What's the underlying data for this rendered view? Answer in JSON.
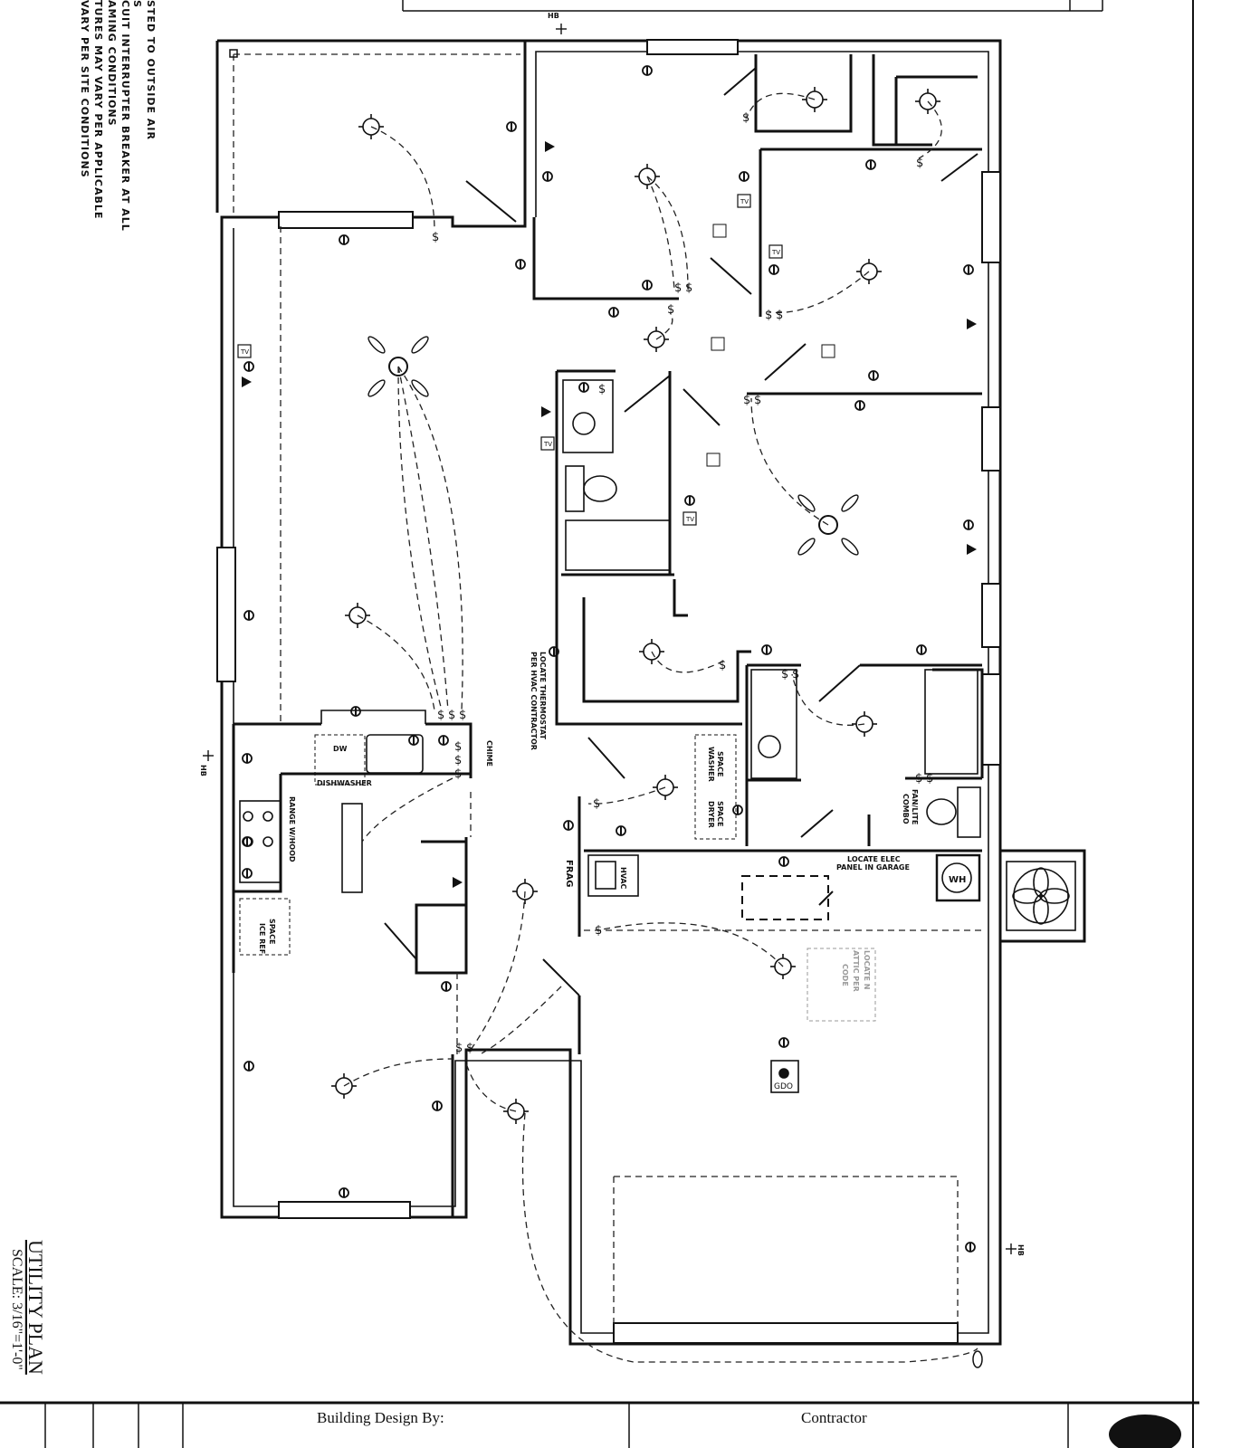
{
  "notes": [
    "VARY PER SITE CONDITIONS",
    "TURES MAY VARY PER APPLICABLE",
    "AMING CONDITIONS",
    "CUIT INTERRUPTER BREAKER AT ALL",
    "S",
    "STED TO OUTSIDE AIR"
  ],
  "title": {
    "name": "UTILITY PLAN",
    "scale": "SCALE: 3/16\"=1'-0\""
  },
  "title_block": {
    "designer": "Building Design By:",
    "contractor": "Contractor"
  },
  "labels": {
    "hose_bib": "HB",
    "dishwasher": "DISHWASHER",
    "dw": "DW",
    "range": "RANGE W/HOOD",
    "ice_ref": "ICE REF",
    "space": "SPACE",
    "chime": "CHIME",
    "thermostat_1": "LOCATE THERMOSTAT",
    "thermostat_2": "PER HVAC CONTRACTOR",
    "washer": "WASHER",
    "dryer": "DRYER",
    "hvac": "HVAC",
    "frag": "FRAG",
    "elec_panel_1": "LOCATE ELEC",
    "elec_panel_2": "PANEL IN GARAGE",
    "water_heater": "WH",
    "gdo": "GDO",
    "fan_lite_1": "FAN/LITE",
    "fan_lite_2": "COMBO",
    "attic_1": "LOCATE N",
    "attic_2": "ATTIC PER",
    "attic_3": "CODE",
    "tv": "TV"
  }
}
